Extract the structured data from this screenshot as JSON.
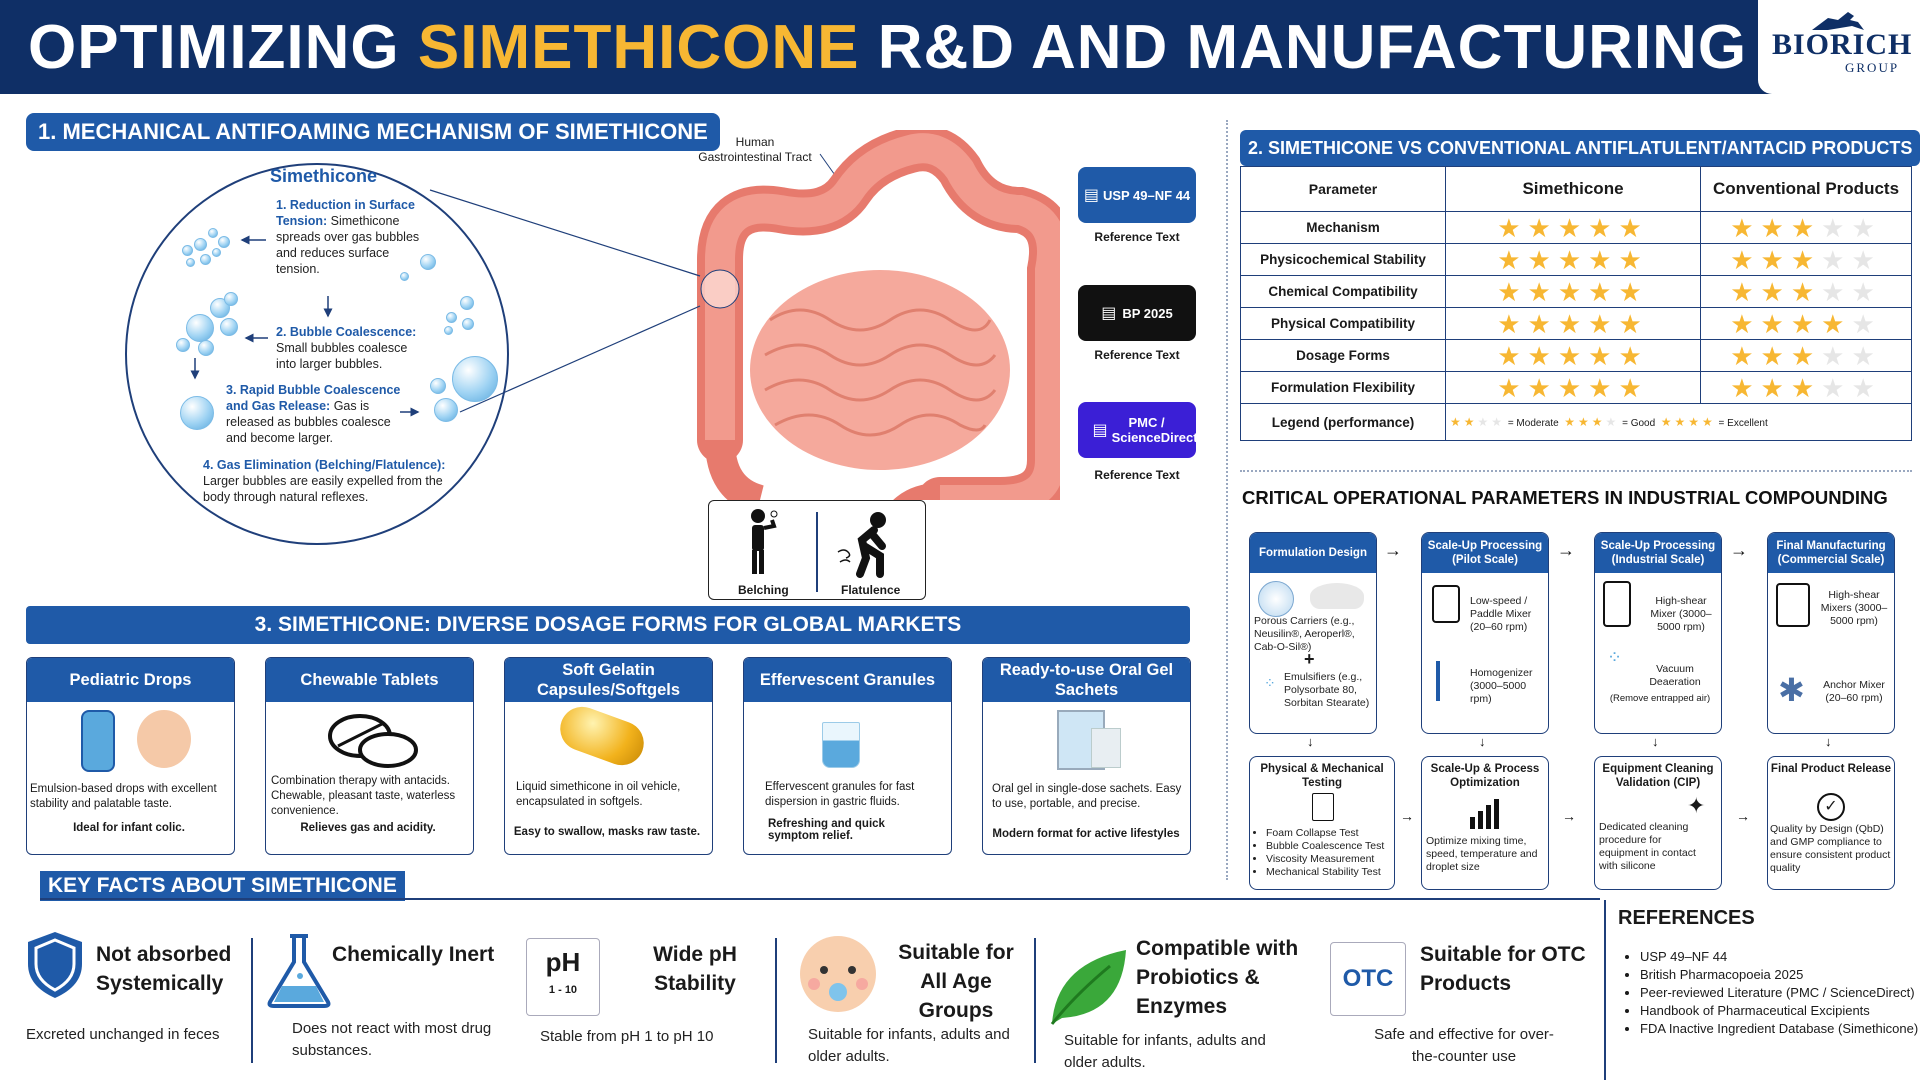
{
  "header": {
    "title_part1": "OPTIMIZING ",
    "title_highlight": "SIMETHICONE",
    "title_part2": " R&D AND MANUFACTURING",
    "logo": "BIORICH",
    "logo_sub": "GROUP"
  },
  "section1": {
    "title": "1. MECHANICAL ANTIFOAMING MECHANISM OF SIMETHICONE",
    "circle_title": "Simethicone",
    "steps": [
      {
        "title": "1. Reduction in Surface Tension:",
        "text": " Simethicone spreads over gas bubbles and reduces surface tension."
      },
      {
        "title": "2. Bubble Coalescence:",
        "text": " Small bubbles coalesce into larger bubbles."
      },
      {
        "title": "3. Rapid Bubble Coalescence and Gas Release:",
        "text": " Gas is released as bubbles coalesce and become larger."
      },
      {
        "title": "4. Gas Elimination (Belching/Flatulence):",
        "text": " Larger bubbles are easily expelled from the body through natural reflexes."
      }
    ],
    "gi_label": "Human Gastrointestinal Tract",
    "belching": "Belching",
    "flatulence": "Flatulence"
  },
  "references_mid": [
    {
      "label": "USP 49–NF 44",
      "caption": "Reference Text",
      "color": "#1f5aa8"
    },
    {
      "label": "BP 2025",
      "caption": "Reference Text",
      "color": "#111111"
    },
    {
      "label": "PMC / ScienceDirect",
      "caption": "Reference Text",
      "color": "#3b1fd6"
    }
  ],
  "section2": {
    "title": "2. SIMETHICONE VS CONVENTIONAL ANTIFLATULENT/ANTACID PRODUCTS",
    "headers": [
      "Parameter",
      "Simethicone",
      "Conventional Products"
    ],
    "rows": [
      {
        "param": "Mechanism",
        "sim": 5,
        "conv": 3
      },
      {
        "param": "Physicochemical Stability",
        "sim": 5,
        "conv": 3
      },
      {
        "param": "Chemical Compatibility",
        "sim": 5,
        "conv": 3
      },
      {
        "param": "Physical Compatibility",
        "sim": 5,
        "conv": 4
      },
      {
        "param": "Dosage Forms",
        "sim": 5,
        "conv": 3
      },
      {
        "param": "Formulation Flexibility",
        "sim": 5,
        "conv": 3
      }
    ],
    "legend_label": "Legend (performance)",
    "legend": [
      "= Moderate",
      "= Good",
      "= Excellent"
    ]
  },
  "ops": {
    "title": "CRITICAL OPERATIONAL PARAMETERS IN INDUSTRIAL COMPOUNDING",
    "top": [
      {
        "head": "Formulation Design",
        "a": "Porous Carriers (e.g., Neusilin®, Aeroperl®, Cab-O-Sil®)",
        "plus": "+",
        "b": "Emulsifiers (e.g., Polysorbate 80, Sorbitan Stearate)"
      },
      {
        "head": "Scale-Up Processing (Pilot Scale)",
        "a": "Low-speed / Paddle Mixer (20–60 rpm)",
        "b": "Homogenizer (3000–5000 rpm)"
      },
      {
        "head": "Scale-Up Processing (Industrial Scale)",
        "a": "High-shear Mixer (3000–5000 rpm)",
        "b": "Vacuum Deaeration",
        "c": "(Remove entrapped air)"
      },
      {
        "head": "Final Manufacturing (Commercial Scale)",
        "a": "High-shear Mixers (3000–5000 rpm)",
        "b": "Anchor Mixer (20–60 rpm)"
      }
    ],
    "bottom": [
      {
        "head": "Physical & Mechanical Testing",
        "items": [
          "Foam Collapse Test",
          "Bubble Coalescence Test",
          "Viscosity Measurement",
          "Mechanical Stability Test"
        ]
      },
      {
        "head": "Scale-Up & Process Optimization",
        "text": "Optimize mixing time, speed, temperature and droplet size"
      },
      {
        "head": "Equipment Cleaning Validation (CIP)",
        "text": "Dedicated cleaning procedure for equipment in contact with silicone"
      },
      {
        "head": "Final Product Release",
        "text": "Quality by Design (QbD) and GMP compliance to ensure consistent product quality"
      }
    ]
  },
  "section3": {
    "title": "3. SIMETHICONE: DIVERSE DOSAGE FORMS FOR GLOBAL MARKETS",
    "cards": [
      {
        "head": "Pediatric Drops",
        "desc": "Emulsion-based drops with excellent stability and palatable taste.",
        "bold": "Ideal for infant colic."
      },
      {
        "head": "Chewable Tablets",
        "desc": "Combination therapy with antacids. Chewable, pleasant taste, waterless convenience.",
        "bold": "Relieves gas and acidity."
      },
      {
        "head": "Soft Gelatin Capsules/Softgels",
        "desc": "Liquid simethicone in oil vehicle, encapsulated in softgels.",
        "bold": "Easy to swallow, masks raw taste."
      },
      {
        "head": "Effervescent Granules",
        "desc": "Effervescent granules for fast dispersion in gastric fluids.",
        "bold": "Refreshing and quick symptom relief."
      },
      {
        "head": "Ready-to-use Oral Gel Sachets",
        "desc": "Oral gel in single-dose sachets. Easy to use, portable, and precise.",
        "bold": "Modern format for active lifestyles"
      }
    ]
  },
  "key_facts": {
    "title": "KEY FACTS ABOUT SIMETHICONE",
    "items": [
      {
        "head": "Not absorbed Systemically",
        "text": "Excreted unchanged in feces"
      },
      {
        "head": "Chemically Inert",
        "text": "Does not react with most drug substances."
      },
      {
        "head": "Wide pH Stability",
        "text": "Stable from pH 1 to pH 10",
        "icon_big": "pH",
        "icon_small": "1 - 10"
      },
      {
        "head": "Suitable for All Age Groups",
        "text": "Suitable for infants, adults and older adults."
      },
      {
        "head": "Compatible with Probiotics & Enzymes",
        "text": "Suitable for infants, adults and older adults."
      },
      {
        "head": "Suitable for OTC Products",
        "text": "Safe and effective for over-the-counter use",
        "icon_big": "OTC"
      }
    ]
  },
  "references": {
    "title": "REFERENCES",
    "items": [
      "USP 49–NF 44",
      "British Pharmacopoeia 2025",
      "Peer-reviewed Literature (PMC / ScienceDirect)",
      "Handbook of Pharmaceutical Excipients",
      "FDA Inactive Ingredient Database (Simethicone)"
    ]
  }
}
